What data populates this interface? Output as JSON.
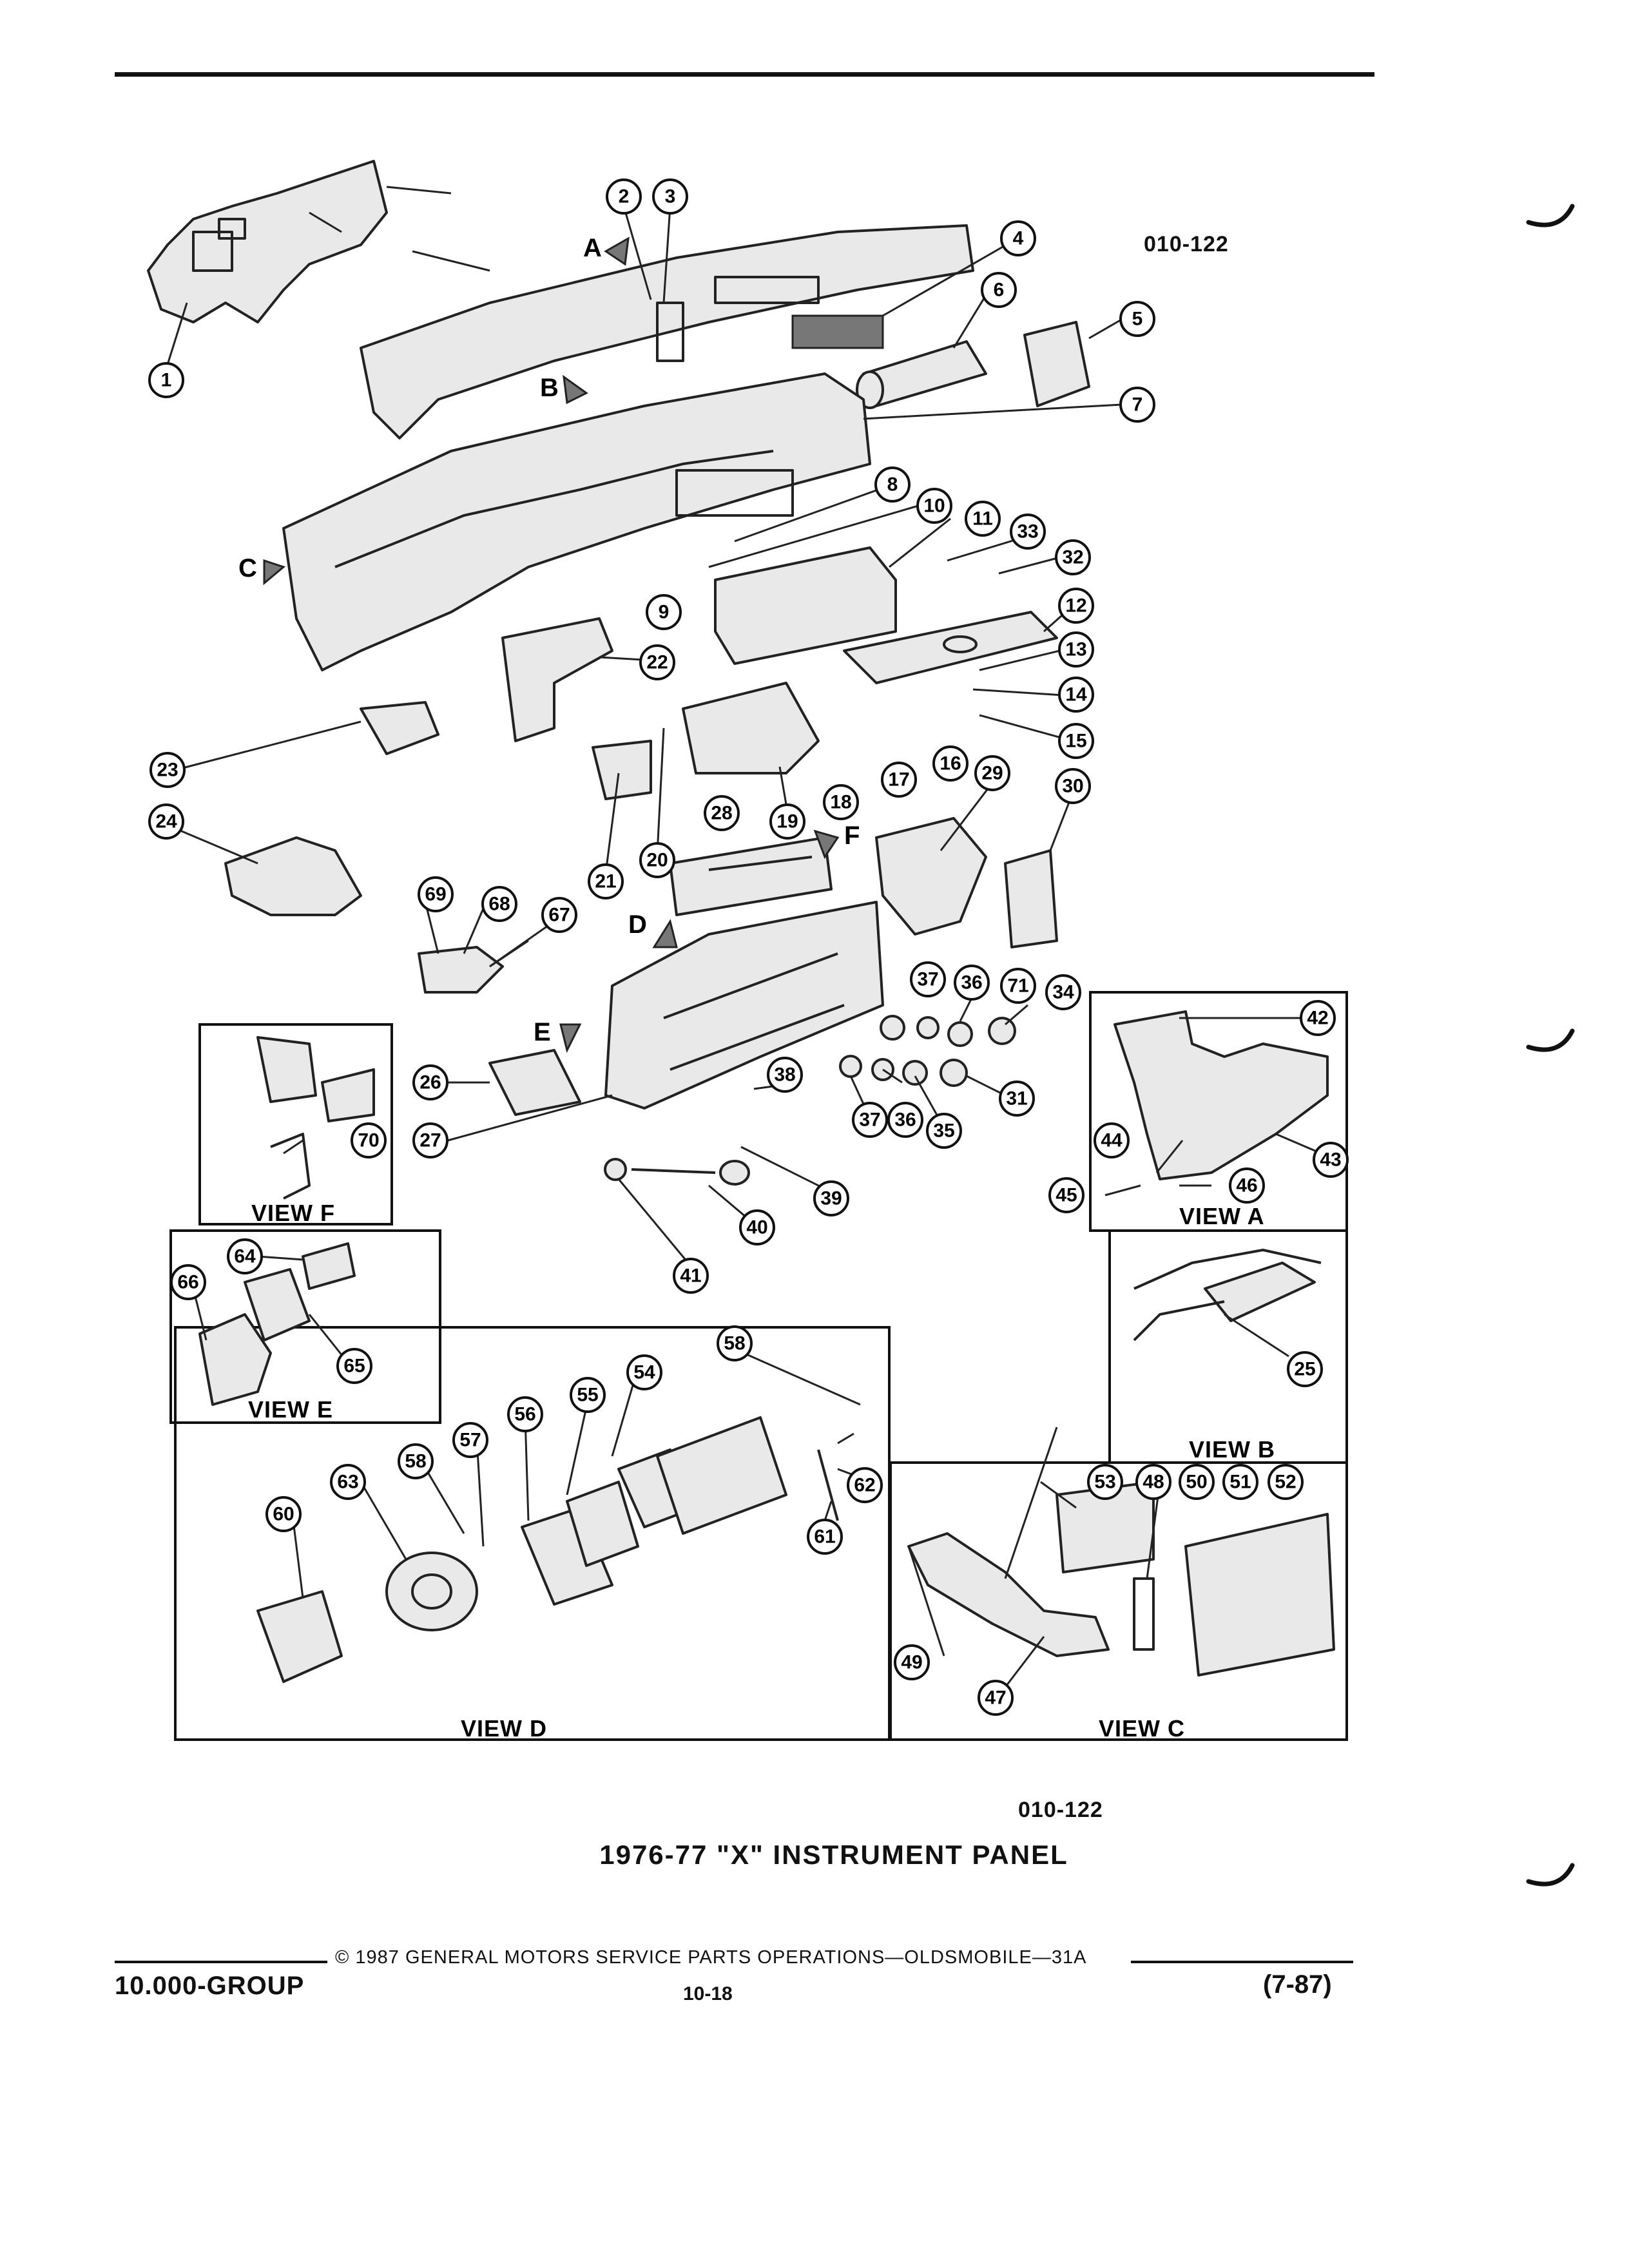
{
  "figure_code": "010-122",
  "figure_code_bottom": "010-122",
  "title": "1976-77 \"X\" INSTRUMENT PANEL",
  "footer": {
    "copyright": "© 1987 GENERAL MOTORS SERVICE PARTS OPERATIONS—OLDSMOBILE—31A",
    "group": "10.000-GROUP",
    "page": "10-18",
    "date_code": "(7-87)"
  },
  "views": {
    "a": "VIEW A",
    "b": "VIEW B",
    "c": "VIEW C",
    "d": "VIEW D",
    "e": "VIEW E",
    "f": "VIEW F"
  },
  "view_arrows": {
    "a": "A",
    "b": "B",
    "c": "C",
    "d": "D",
    "e": "E",
    "f": "F"
  },
  "callouts": [
    {
      "id": "1",
      "label": "1"
    },
    {
      "id": "2",
      "label": "2"
    },
    {
      "id": "3",
      "label": "3"
    },
    {
      "id": "4",
      "label": "4"
    },
    {
      "id": "5",
      "label": "5"
    },
    {
      "id": "6",
      "label": "6"
    },
    {
      "id": "7",
      "label": "7"
    },
    {
      "id": "8",
      "label": "8"
    },
    {
      "id": "9",
      "label": "9"
    },
    {
      "id": "10",
      "label": "10"
    },
    {
      "id": "11",
      "label": "11"
    },
    {
      "id": "12",
      "label": "12"
    },
    {
      "id": "13",
      "label": "13"
    },
    {
      "id": "14",
      "label": "14"
    },
    {
      "id": "15",
      "label": "15"
    },
    {
      "id": "16",
      "label": "16"
    },
    {
      "id": "17",
      "label": "17"
    },
    {
      "id": "18",
      "label": "18"
    },
    {
      "id": "19",
      "label": "19"
    },
    {
      "id": "20",
      "label": "20"
    },
    {
      "id": "21",
      "label": "21"
    },
    {
      "id": "22",
      "label": "22"
    },
    {
      "id": "23",
      "label": "23"
    },
    {
      "id": "24",
      "label": "24"
    },
    {
      "id": "25",
      "label": "25"
    },
    {
      "id": "26",
      "label": "26"
    },
    {
      "id": "27",
      "label": "27"
    },
    {
      "id": "28",
      "label": "28"
    },
    {
      "id": "29",
      "label": "29"
    },
    {
      "id": "30",
      "label": "30"
    },
    {
      "id": "31",
      "label": "31"
    },
    {
      "id": "32",
      "label": "32"
    },
    {
      "id": "33",
      "label": "33"
    },
    {
      "id": "34",
      "label": "34"
    },
    {
      "id": "35",
      "label": "35"
    },
    {
      "id": "36a",
      "label": "36"
    },
    {
      "id": "36b",
      "label": "36"
    },
    {
      "id": "37a",
      "label": "37"
    },
    {
      "id": "37b",
      "label": "37"
    },
    {
      "id": "38",
      "label": "38"
    },
    {
      "id": "39",
      "label": "39"
    },
    {
      "id": "40",
      "label": "40"
    },
    {
      "id": "41",
      "label": "41"
    },
    {
      "id": "42",
      "label": "42"
    },
    {
      "id": "43",
      "label": "43"
    },
    {
      "id": "44",
      "label": "44"
    },
    {
      "id": "45",
      "label": "45"
    },
    {
      "id": "46",
      "label": "46"
    },
    {
      "id": "47",
      "label": "47"
    },
    {
      "id": "48",
      "label": "48"
    },
    {
      "id": "49",
      "label": "49"
    },
    {
      "id": "50",
      "label": "50"
    },
    {
      "id": "51",
      "label": "51"
    },
    {
      "id": "52",
      "label": "52"
    },
    {
      "id": "53",
      "label": "53"
    },
    {
      "id": "54",
      "label": "54"
    },
    {
      "id": "55",
      "label": "55"
    },
    {
      "id": "56",
      "label": "56"
    },
    {
      "id": "57",
      "label": "57"
    },
    {
      "id": "58a",
      "label": "58"
    },
    {
      "id": "58b",
      "label": "58"
    },
    {
      "id": "60",
      "label": "60"
    },
    {
      "id": "61",
      "label": "61"
    },
    {
      "id": "62",
      "label": "62"
    },
    {
      "id": "63",
      "label": "63"
    },
    {
      "id": "64",
      "label": "64"
    },
    {
      "id": "65",
      "label": "65"
    },
    {
      "id": "66",
      "label": "66"
    },
    {
      "id": "67",
      "label": "67"
    },
    {
      "id": "68",
      "label": "68"
    },
    {
      "id": "69",
      "label": "69"
    },
    {
      "id": "70",
      "label": "70"
    },
    {
      "id": "71",
      "label": "71"
    }
  ]
}
